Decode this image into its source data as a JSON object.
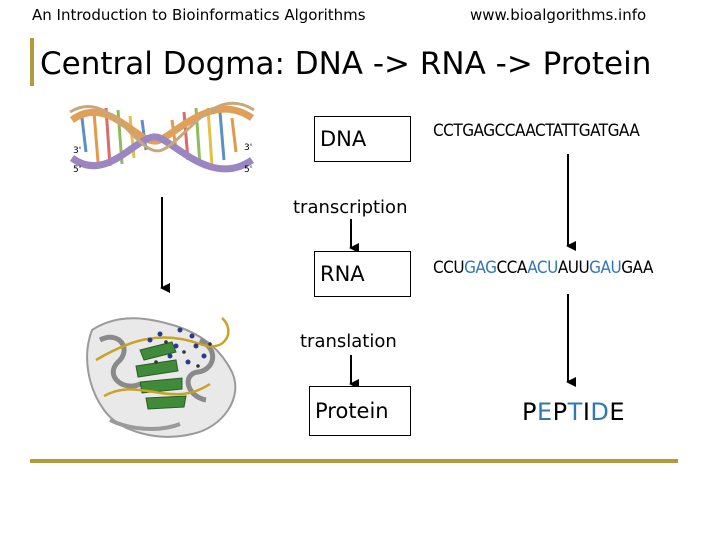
{
  "header": {
    "left": "An Introduction to Bioinformatics Algorithms",
    "right": "www.bioalgorithms.info"
  },
  "title": "Central Dogma: DNA -> RNA -> Protein",
  "boxes": {
    "dna": "DNA",
    "rna": "RNA",
    "protein": "Protein"
  },
  "labels": {
    "transcription": "transcription",
    "translation": "translation"
  },
  "sequences": {
    "dna": "CCTGAGCCAACTATTGATGAA",
    "rna_parts": [
      {
        "text": "CCU",
        "hl": false
      },
      {
        "text": "GAG",
        "hl": true
      },
      {
        "text": "CCA",
        "hl": false
      },
      {
        "text": "ACU",
        "hl": true
      },
      {
        "text": "AUU",
        "hl": false
      },
      {
        "text": "GAU",
        "hl": true
      },
      {
        "text": "GAA",
        "hl": false
      }
    ],
    "peptide_parts": [
      {
        "text": "P",
        "hl": false
      },
      {
        "text": "E",
        "hl": true
      },
      {
        "text": "P",
        "hl": false
      },
      {
        "text": "T",
        "hl": true
      },
      {
        "text": "I",
        "hl": false
      },
      {
        "text": "D",
        "hl": true
      },
      {
        "text": "E",
        "hl": false
      }
    ]
  },
  "colors": {
    "accent": "#b39a3b",
    "highlight": "#2f78b6"
  },
  "images": {
    "dna_helix": "dna-double-helix-image",
    "protein": "protein-ribbon-structure-image"
  }
}
